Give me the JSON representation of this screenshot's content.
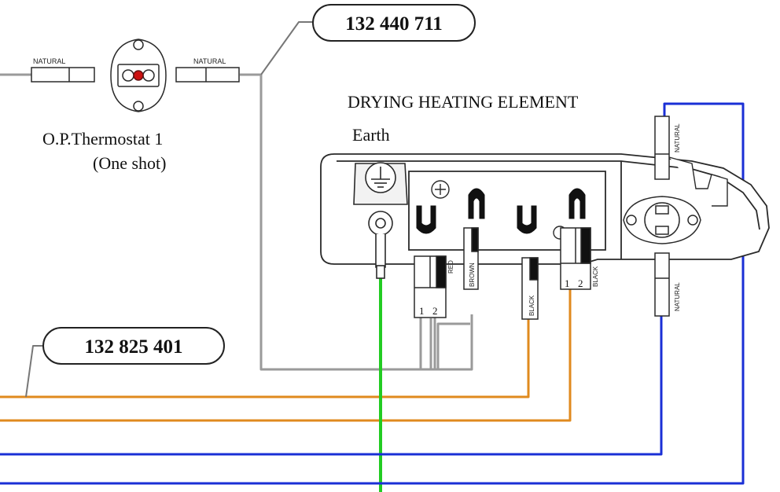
{
  "labels": {
    "part_number_top": "132 440 711",
    "part_number_left": "132 825 401",
    "element_title": "DRYING HEATING ELEMENT",
    "earth": "Earth",
    "thermostat_name": "O.P.Thermostat 1",
    "thermostat_type": "(One shot)"
  },
  "connectors": {
    "natural_left": "NATURAL",
    "natural_right": "NATURAL",
    "natural_top_vertical": "NATURAL",
    "natural_bottom_vertical": "NATURAL",
    "red": "RED",
    "brown": "BROWN",
    "black_1": "BLACK",
    "black_2": "BLACK",
    "pin_1a": "1",
    "pin_2a": "2",
    "pin_1b": "1",
    "pin_2b": "2"
  },
  "colors": {
    "grey_wire": "#9a9a9a",
    "orange_wire": "#e08a1e",
    "green_wire": "#22cc22",
    "blue_wire": "#1a2fd6",
    "outline": "#2a2a2a",
    "thermostat_dot": "#cc1111"
  }
}
